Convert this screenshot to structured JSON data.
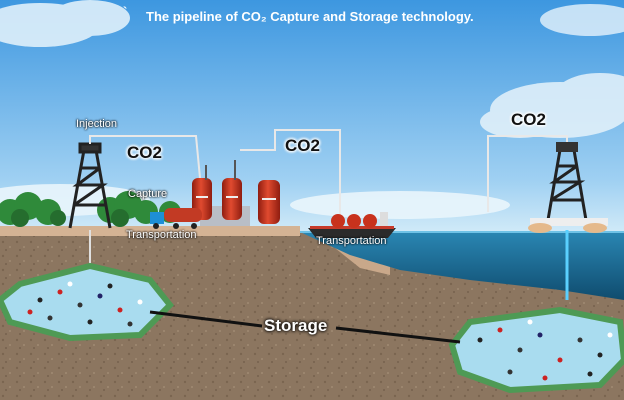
{
  "header": {
    "tick": "`",
    "title": "The pipeline of CO₂ Capture and Storage technology."
  },
  "labels": {
    "injection": "Injection",
    "capture": "Capture",
    "transportation_land": "Transportation",
    "transportation_sea": "Transportation",
    "co2_left": "CO2",
    "co2_middle": "CO2",
    "co2_right": "CO2",
    "storage": "Storage"
  },
  "colors": {
    "sky_top": "#4aa3e8",
    "sky_bottom": "#cfe9f8",
    "soil": "#8a735c",
    "sea": "#1b6f98",
    "reservoir_water": "#a9dcef",
    "reservoir_rim": "#4e9a55",
    "tank_red": "#c8321d"
  }
}
